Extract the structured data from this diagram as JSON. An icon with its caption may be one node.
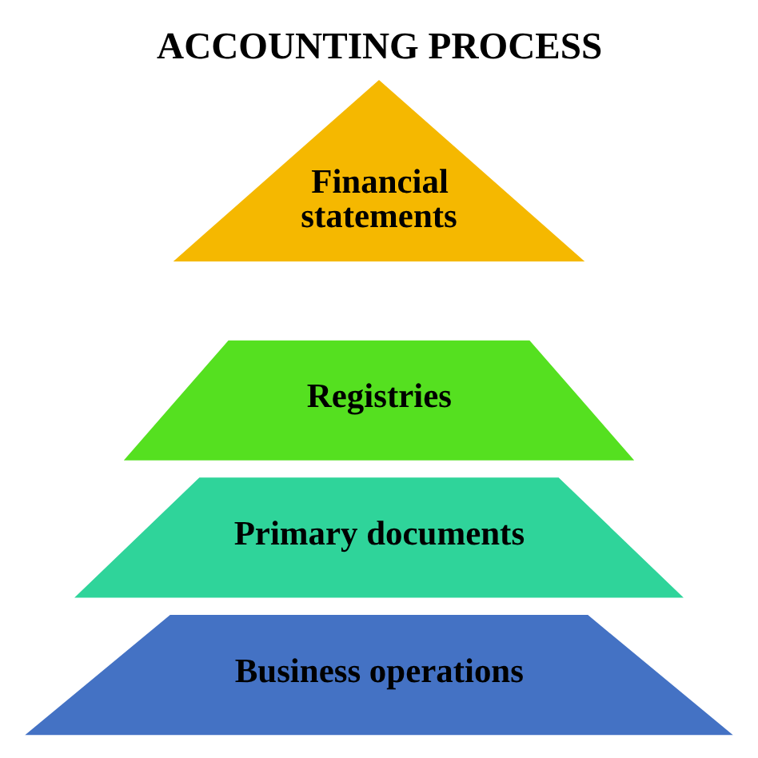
{
  "diagram": {
    "title": "ACCOUNTING PROCESS",
    "nodes": [
      {
        "text": [
          "Financial statements"
        ]
      },
      {
        "text": [
          "Registries"
        ]
      },
      {
        "text": [
          "Primary documents"
        ]
      },
      {
        "text": [
          "Business operations"
        ]
      }
    ],
    "edges": []
  }
}
